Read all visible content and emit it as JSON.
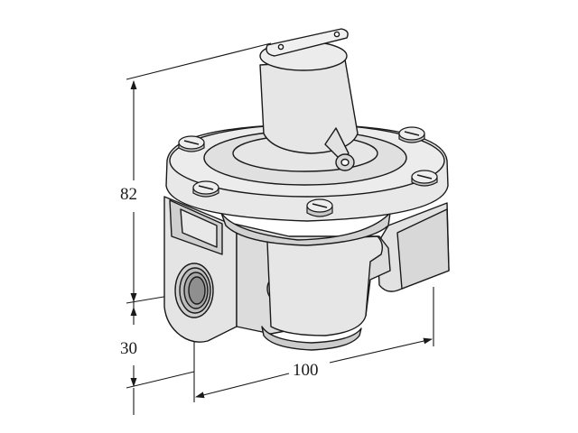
{
  "dimensions": {
    "height_label": "82",
    "base_label": "30",
    "width_label": "100"
  },
  "colors": {
    "body_fill": "#e6e6e6",
    "body_shade": "#d4d4d4",
    "line": "#1a1a1a",
    "background": "#ffffff"
  }
}
